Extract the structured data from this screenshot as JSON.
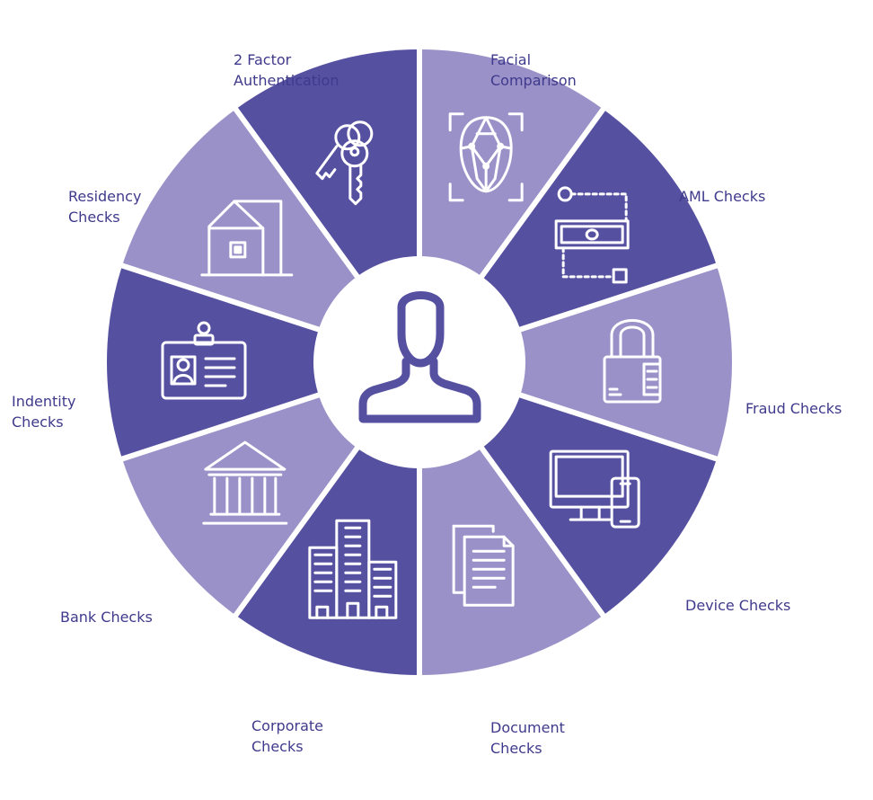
{
  "colors": {
    "dark": "#5650a1",
    "light": "#9a91c8",
    "text": "#3f3a8c",
    "divider": "#ffffff"
  },
  "center": {
    "icon": "user-icon"
  },
  "segments": [
    {
      "id": "two-factor",
      "lines": [
        "2 Factor",
        "Authentication"
      ],
      "icon": "keys-icon",
      "shade": "dark"
    },
    {
      "id": "facial",
      "lines": [
        "Facial",
        "Comparison"
      ],
      "icon": "face-scan-icon",
      "shade": "light"
    },
    {
      "id": "aml",
      "lines": [
        "AML Checks"
      ],
      "icon": "money-flow-icon",
      "shade": "dark"
    },
    {
      "id": "fraud",
      "lines": [
        "Fraud Checks"
      ],
      "icon": "padlock-icon",
      "shade": "light"
    },
    {
      "id": "device",
      "lines": [
        "Device Checks"
      ],
      "icon": "devices-icon",
      "shade": "dark"
    },
    {
      "id": "document",
      "lines": [
        "Document",
        "Checks"
      ],
      "icon": "documents-icon",
      "shade": "light"
    },
    {
      "id": "corporate",
      "lines": [
        "Corporate",
        "Checks"
      ],
      "icon": "office-building-icon",
      "shade": "dark"
    },
    {
      "id": "bank",
      "lines": [
        "Bank Checks"
      ],
      "icon": "bank-icon",
      "shade": "light"
    },
    {
      "id": "identity",
      "lines": [
        "Indentity",
        "Checks"
      ],
      "icon": "id-card-icon",
      "shade": "dark"
    },
    {
      "id": "residency",
      "lines": [
        "Residency",
        "Checks"
      ],
      "icon": "house-icon",
      "shade": "light"
    }
  ]
}
